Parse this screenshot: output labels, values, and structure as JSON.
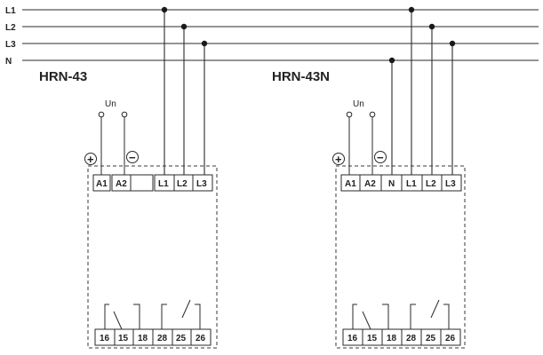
{
  "lines": [
    "L1",
    "L2",
    "L3",
    "N"
  ],
  "devices": [
    {
      "title": "HRN-43",
      "supply_label": "Un",
      "plus_symbol": "+",
      "minus_symbol": "−",
      "top_terminals": [
        "A1",
        "A2",
        "",
        "L1",
        "L2",
        "L3"
      ],
      "bottom_terminals": [
        "16",
        "15",
        "18",
        "28",
        "25",
        "26"
      ]
    },
    {
      "title": "HRN-43N",
      "supply_label": "Un",
      "plus_symbol": "+",
      "minus_symbol": "−",
      "top_terminals": [
        "A1",
        "A2",
        "N",
        "L1",
        "L2",
        "L3"
      ],
      "bottom_terminals": [
        "16",
        "15",
        "18",
        "28",
        "25",
        "26"
      ]
    }
  ]
}
